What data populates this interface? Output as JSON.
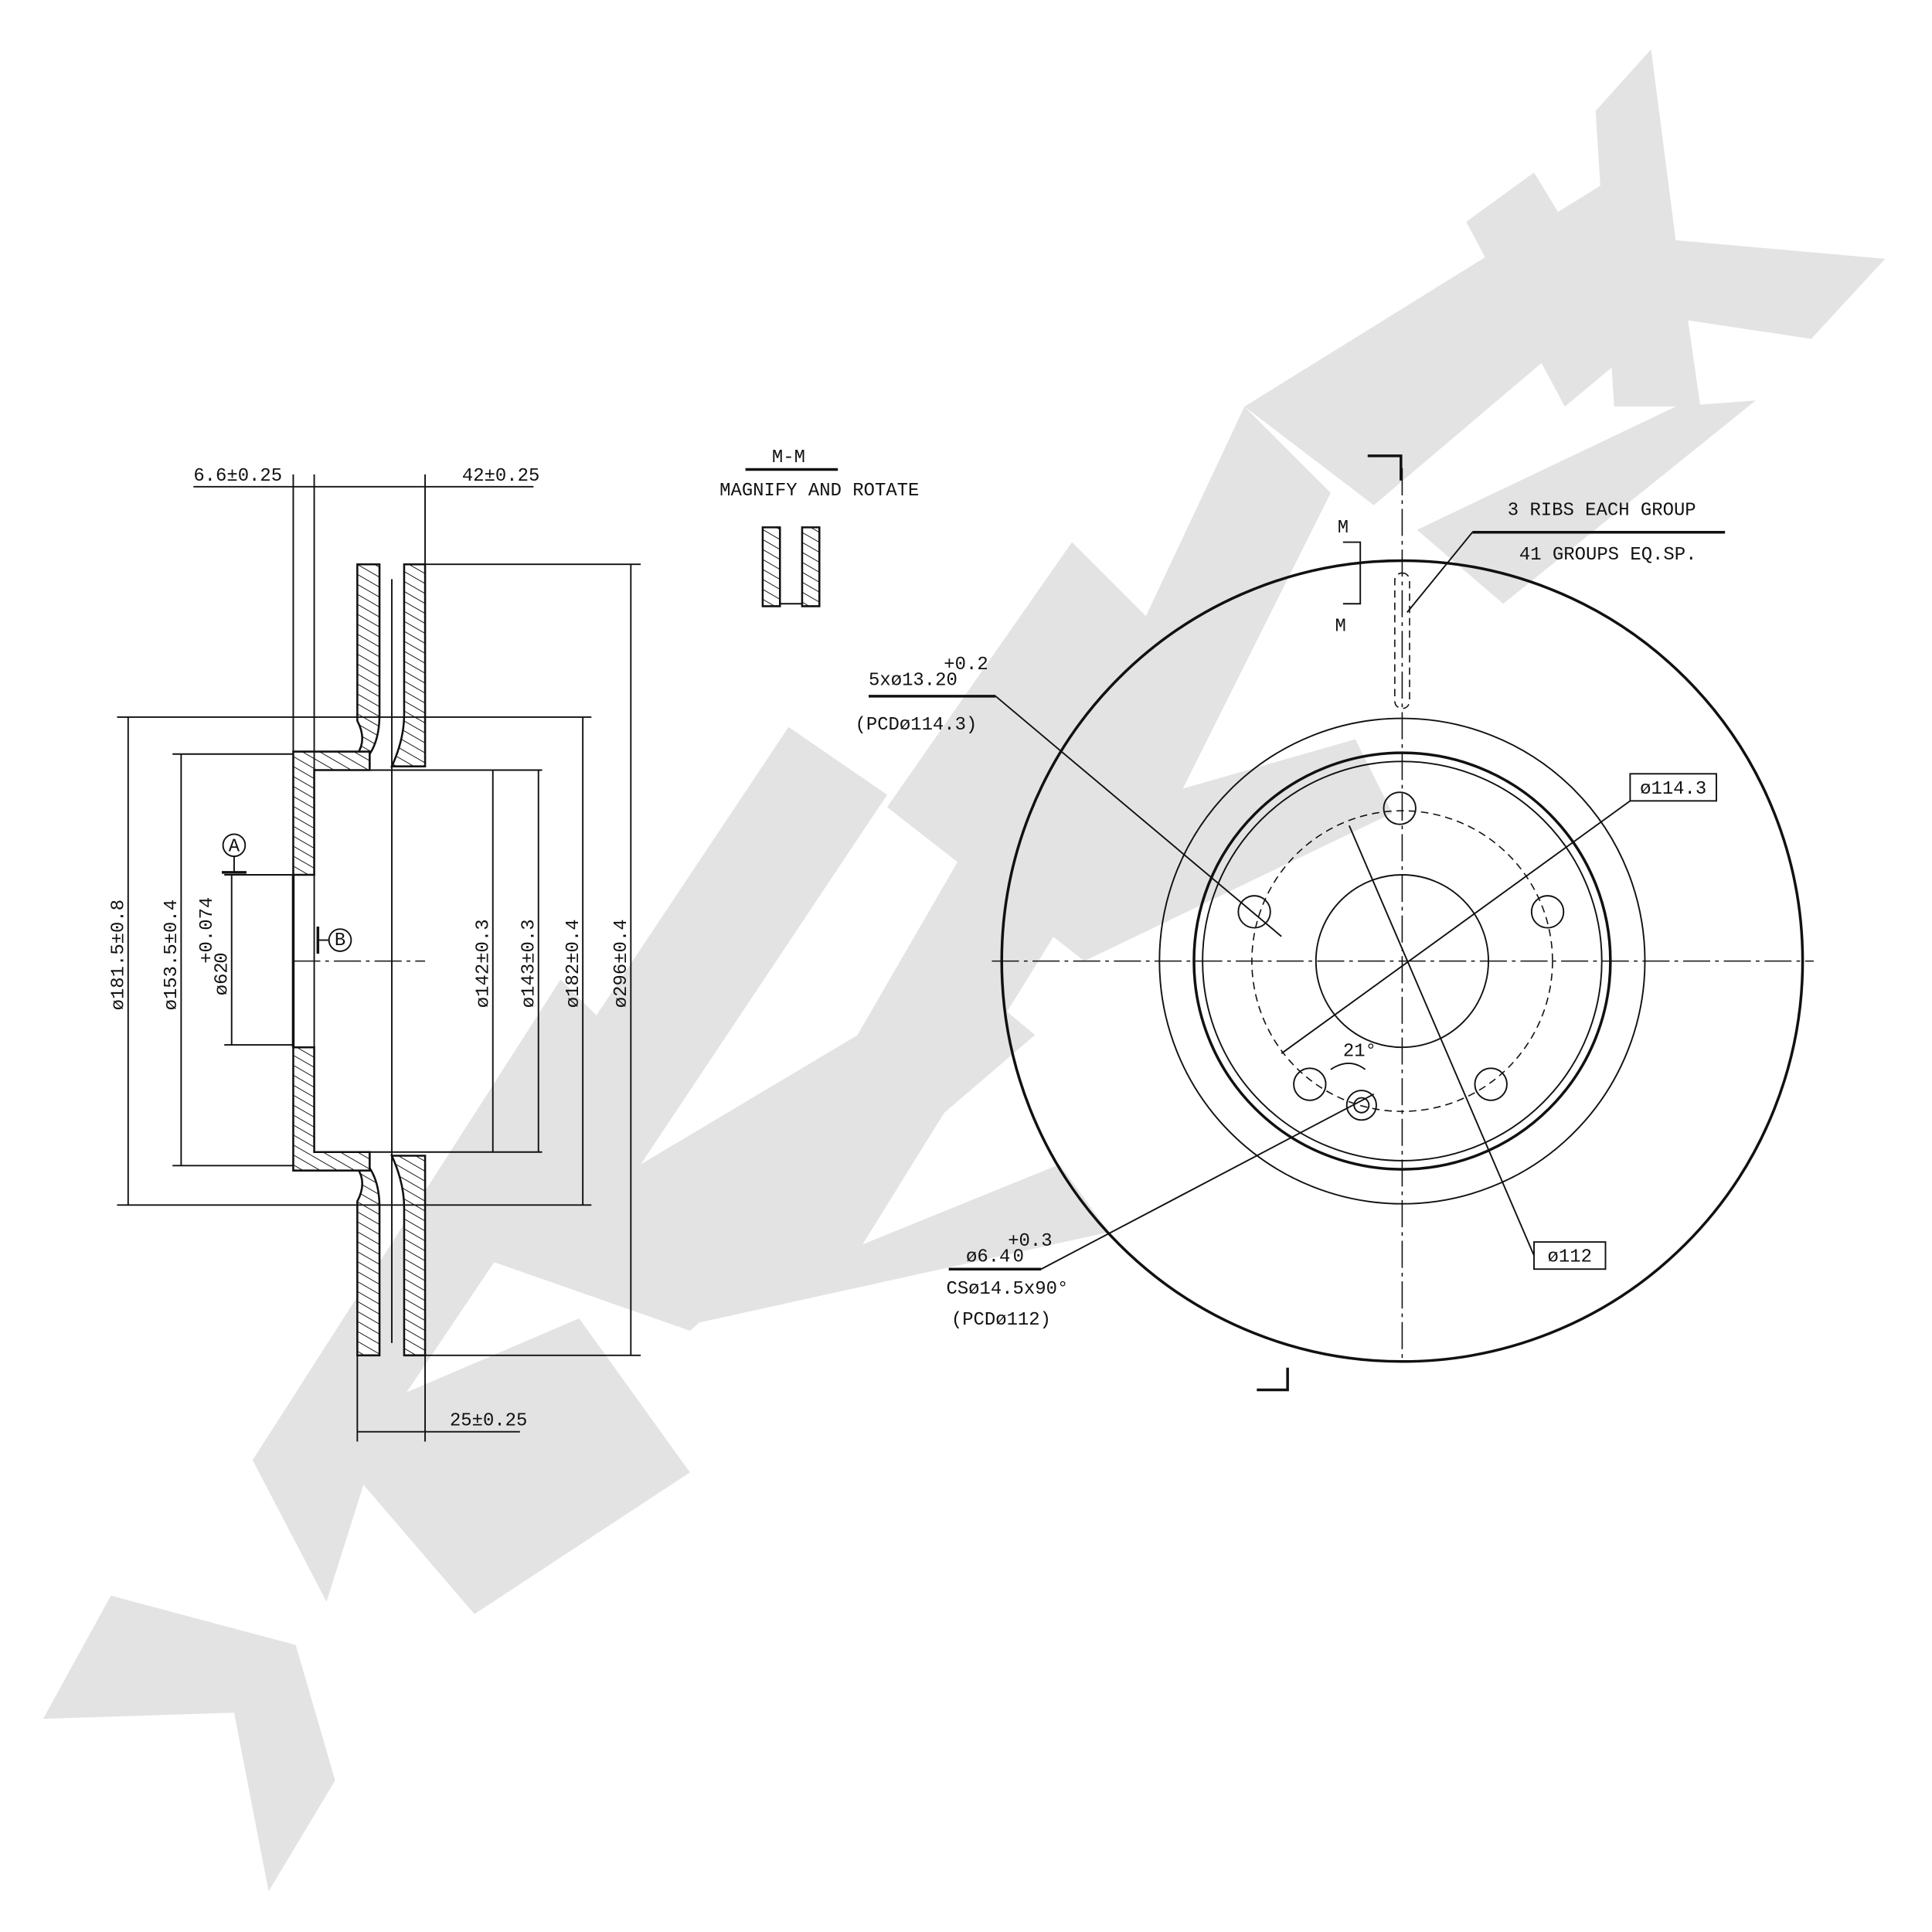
{
  "side_view": {
    "dim_hub_thickness": "6.6±0.25",
    "dim_overall_height": "42±0.25",
    "dim_disc_thickness": "25±0.25",
    "dim_d181": "ø181.5±0.8",
    "dim_d153": "ø153.5±0.4",
    "dim_d62": "ø62",
    "dim_d62_tol_upper": "+0.074",
    "dim_d62_tol_lower": "0",
    "dim_d142": "ø142±0.3",
    "dim_d143": "ø143±0.3",
    "dim_d182": "ø182±0.4",
    "dim_d296": "ø296±0.4",
    "datum_a": "A",
    "datum_b": "B"
  },
  "section_detail": {
    "title": "M-M",
    "subtitle": "MAGNIFY AND ROTATE"
  },
  "front_view": {
    "ribs_line1": "3 RIBS EACH GROUP",
    "ribs_line2": "41 GROUPS EQ.SP.",
    "section_mark_top": "M",
    "section_mark_bottom": "M",
    "bolt_holes": "5xø13.2",
    "bolt_holes_tol_upper": "+0.2",
    "bolt_holes_tol_lower": "0",
    "bolt_pcd": "(PCDø114.3)",
    "pcd_box_1": "ø114.3",
    "pcd_box_2": "ø112",
    "small_hole": "ø6.4",
    "small_hole_tol_upper": "+0.3",
    "small_hole_tol_lower": "0",
    "countersink": "CSø14.5x90°",
    "small_hole_pcd": "(PCDø112)",
    "angle": "21°"
  },
  "watermark": {
    "color": "#e3e3e3"
  }
}
